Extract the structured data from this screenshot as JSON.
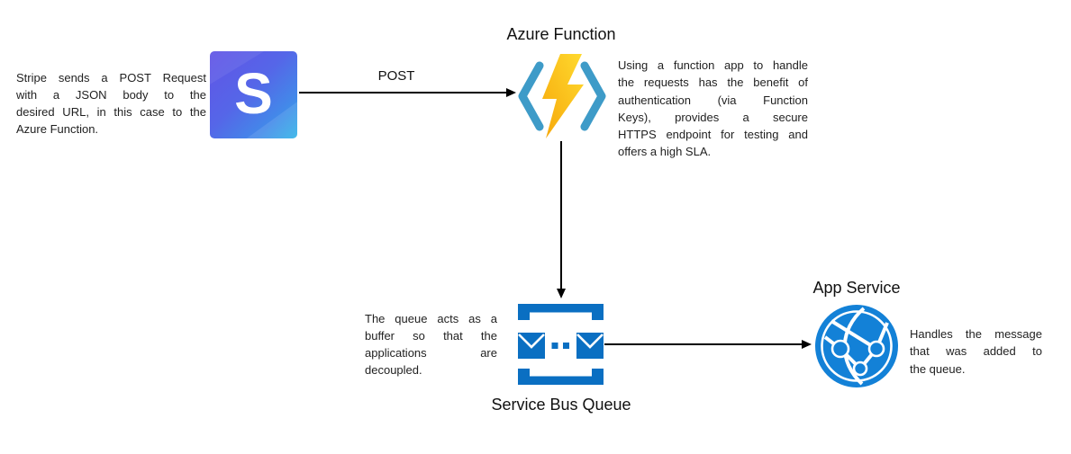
{
  "diagram": {
    "stripe": {
      "icon": "stripe-logo",
      "letter": "S",
      "description_lines": [
        "Stripe sends a POST Request",
        "with a JSON body to the",
        "desired URL, in this case to the",
        "Azure Function."
      ]
    },
    "post_label": "POST",
    "azure_function": {
      "title": "Azure Function",
      "icon": "azure-function-icon",
      "description_lines": [
        "Using a function app to handle",
        "the requests has the benefit of",
        "authentication (via Function",
        "Keys), provides a secure",
        "HTTPS endpoint for testing and",
        "offers a high SLA."
      ]
    },
    "service_bus_queue": {
      "title": "Service Bus Queue",
      "icon": "service-bus-queue-icon",
      "description_lines": [
        "The queue acts as a",
        "buffer so that the",
        "applications are",
        "decoupled."
      ]
    },
    "app_service": {
      "title": "App Service",
      "icon": "app-service-icon",
      "description_lines": [
        "Handles the message",
        "that was added to",
        "the queue."
      ]
    },
    "colors": {
      "stripe_gradient_start": "#6154e6",
      "stripe_gradient_end": "#2fb3e8",
      "function_bracket_blue": "#3e9bc8",
      "bolt_yellow_light": "#ffda2e",
      "bolt_orange": "#f6a70b",
      "queue_blue": "#0a6fc2",
      "app_service_blue": "#1381d7",
      "arrow_black": "#000000",
      "text_black": "#1f1f1f"
    }
  }
}
